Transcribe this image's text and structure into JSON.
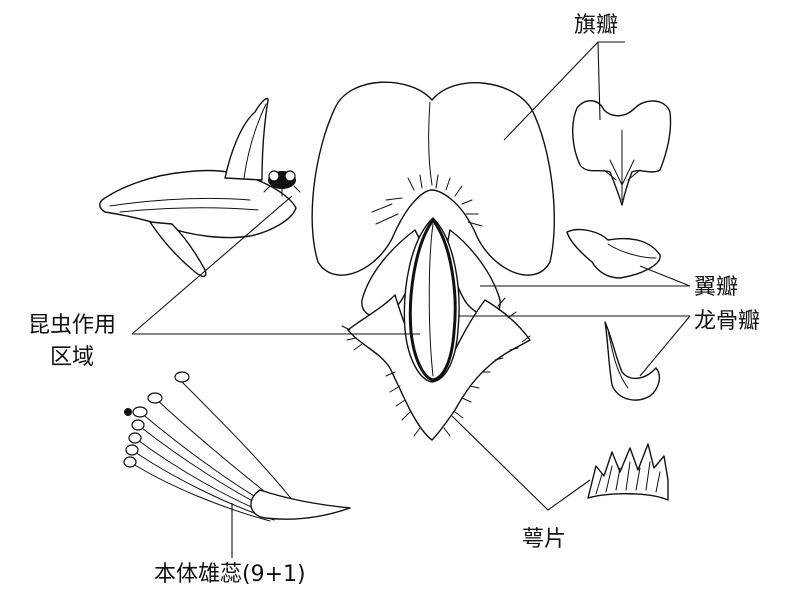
{
  "labels": {
    "standard": "旗瓣",
    "wing": "翼瓣",
    "keel": "龙骨瓣",
    "insect_area_line1": "昆虫作用",
    "insect_area_line2": "区域",
    "sepal": "萼片",
    "stamens": "本体雄蕊(9+1)"
  }
}
